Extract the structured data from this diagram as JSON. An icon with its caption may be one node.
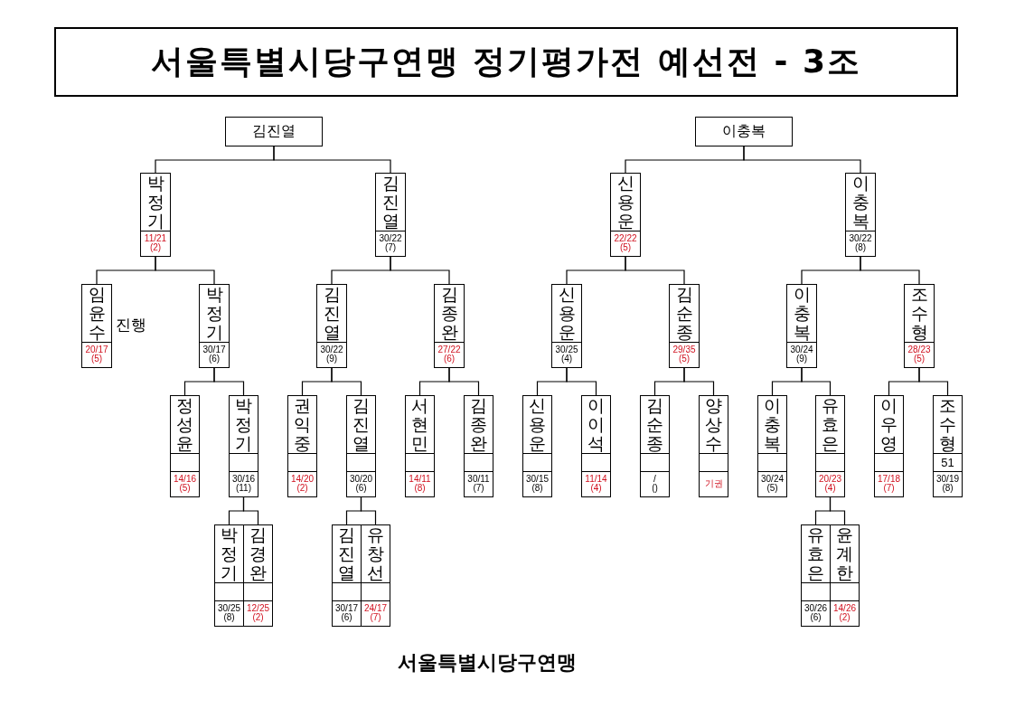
{
  "diagram": {
    "title": "서울특별시당구연맹 정기평가전 예선전 - 3조",
    "nodes": [
      {
        "text": [
          "김진열"
        ]
      },
      {
        "text": [
          "이충복"
        ]
      },
      {
        "text": [
          "박정기",
          "11/21 (2)"
        ]
      },
      {
        "text": [
          "김진열",
          "30/22 (7)"
        ]
      },
      {
        "text": [
          "신용운",
          "22/22 (5)"
        ]
      },
      {
        "text": [
          "이충복",
          "30/22 (8)"
        ]
      },
      {
        "text": [
          "임윤수",
          "20/17 (5)"
        ],
        "beside": [
          "진행"
        ]
      },
      {
        "text": [
          "박정기",
          "30/17 (6)"
        ]
      },
      {
        "text": [
          "김진열",
          "30/22 (9)"
        ]
      },
      {
        "text": [
          "김종완",
          "27/22 (6)"
        ]
      },
      {
        "text": [
          "신용운",
          "30/25 (4)"
        ]
      },
      {
        "text": [
          "김순종",
          "29/35 (5)"
        ]
      },
      {
        "text": [
          "이충복",
          "30/24 (9)"
        ]
      },
      {
        "text": [
          "조수형",
          "28/23 (5)"
        ]
      },
      {
        "text": [
          "정성윤",
          "14/16 (5)"
        ]
      },
      {
        "text": [
          "박정기",
          "30/16 (11)"
        ]
      },
      {
        "text": [
          "권익중",
          "14/20 (2)"
        ]
      },
      {
        "text": [
          "김진열",
          "30/20 (6)"
        ]
      },
      {
        "text": [
          "서현민",
          "14/11 (8)"
        ]
      },
      {
        "text": [
          "김종완",
          "30/11 (7)"
        ]
      },
      {
        "text": [
          "신용운",
          "30/15 (8)"
        ]
      },
      {
        "text": [
          "이이석",
          "11/14 (4)"
        ]
      },
      {
        "text": [
          "김순종",
          "/ ()"
        ]
      },
      {
        "text": [
          "양상수",
          "기권"
        ]
      },
      {
        "text": [
          "이충복",
          "30/24 (5)"
        ]
      },
      {
        "text": [
          "유효은",
          "20/23 (4)"
        ]
      },
      {
        "text": [
          "이우영",
          "17/18 (7)"
        ]
      },
      {
        "text": [
          "조수형",
          "51",
          "30/19 (8)"
        ]
      },
      {
        "text": [
          "박정기",
          "30/25 (8)"
        ]
      },
      {
        "text": [
          "김경완",
          "12/25 (2)"
        ]
      },
      {
        "text": [
          "김진열",
          "30/17 (6)"
        ]
      },
      {
        "text": [
          "유창선",
          "24/17 (7)"
        ]
      },
      {
        "text": [
          "유효은",
          "30/26 (6)"
        ]
      },
      {
        "text": [
          "윤계한",
          "14/26 (2)"
        ]
      }
    ],
    "edges": [
      {
        "from": 0,
        "to": 2,
        "arrow": "none"
      },
      {
        "from": 0,
        "to": 3,
        "arrow": "none"
      },
      {
        "from": 1,
        "to": 4,
        "arrow": "none"
      },
      {
        "from": 1,
        "to": 5,
        "arrow": "none"
      },
      {
        "from": 2,
        "to": 6,
        "arrow": "none"
      },
      {
        "from": 2,
        "to": 7,
        "arrow": "none"
      },
      {
        "from": 3,
        "to": 8,
        "arrow": "none"
      },
      {
        "from": 3,
        "to": 9,
        "arrow": "none"
      },
      {
        "from": 4,
        "to": 10,
        "arrow": "none"
      },
      {
        "from": 4,
        "to": 11,
        "arrow": "none"
      },
      {
        "from": 5,
        "to": 12,
        "arrow": "none"
      },
      {
        "from": 5,
        "to": 13,
        "arrow": "none"
      },
      {
        "from": 7,
        "to": 14,
        "arrow": "none"
      },
      {
        "from": 7,
        "to": 15,
        "arrow": "none"
      },
      {
        "from": 8,
        "to": 16,
        "arrow": "none"
      },
      {
        "from": 8,
        "to": 17,
        "arrow": "none"
      },
      {
        "from": 9,
        "to": 18,
        "arrow": "none"
      },
      {
        "from": 9,
        "to": 19,
        "arrow": "none"
      },
      {
        "from": 10,
        "to": 20,
        "arrow": "none"
      },
      {
        "from": 10,
        "to": 21,
        "arrow": "none"
      },
      {
        "from": 11,
        "to": 22,
        "arrow": "none"
      },
      {
        "from": 11,
        "to": 23,
        "arrow": "none"
      },
      {
        "from": 12,
        "to": 24,
        "arrow": "none"
      },
      {
        "from": 12,
        "to": 25,
        "arrow": "none"
      },
      {
        "from": 13,
        "to": 26,
        "arrow": "none"
      },
      {
        "from": 13,
        "to": 27,
        "arrow": "none"
      },
      {
        "from": 15,
        "to": 28,
        "arrow": "none"
      },
      {
        "from": 15,
        "to": 29,
        "arrow": "none"
      },
      {
        "from": 17,
        "to": 30,
        "arrow": "none"
      },
      {
        "from": 17,
        "to": 31,
        "arrow": "none"
      },
      {
        "from": 25,
        "to": 32,
        "arrow": "none"
      },
      {
        "from": 25,
        "to": 33,
        "arrow": "none"
      }
    ],
    "labels": [
      "서울특별시당구연맹"
    ]
  }
}
